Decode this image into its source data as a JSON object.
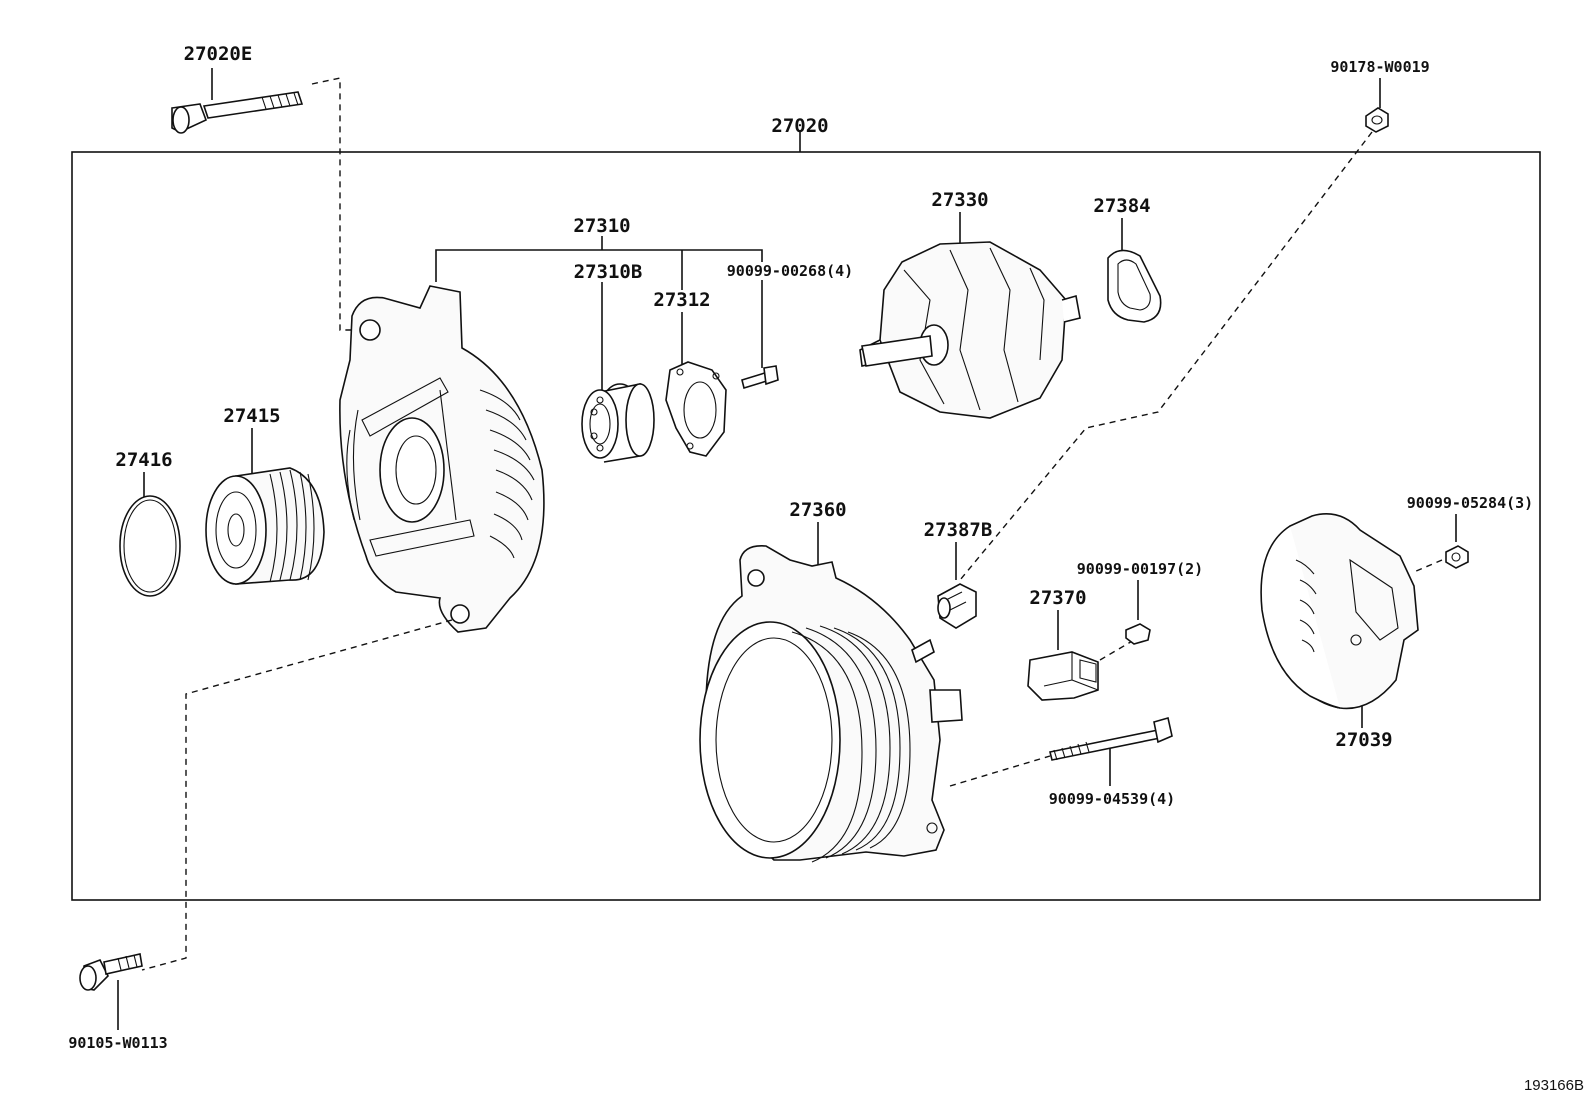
{
  "diagram": {
    "labels": {
      "assembly": "27020",
      "bolt_top": "27020E",
      "frame_nut": "90178-W0019",
      "drive_frame_assy": "27310",
      "bearing": "27310B",
      "retainer": "27312",
      "retainer_screw": "90099-00268(4)",
      "rotor": "27330",
      "insulator": "27384",
      "pulley": "27415",
      "pulley_cap": "27416",
      "stator_frame": "27360",
      "terminal_insulator": "27387B",
      "brush_holder": "27370",
      "brush_screw": "90099-00197(2)",
      "rear_cover": "27039",
      "cover_nut": "90099-05284(3)",
      "through_bolt": "90099-04539(4)",
      "bolt_bottom": "90105-W0113"
    },
    "reference_code": "193166B"
  }
}
